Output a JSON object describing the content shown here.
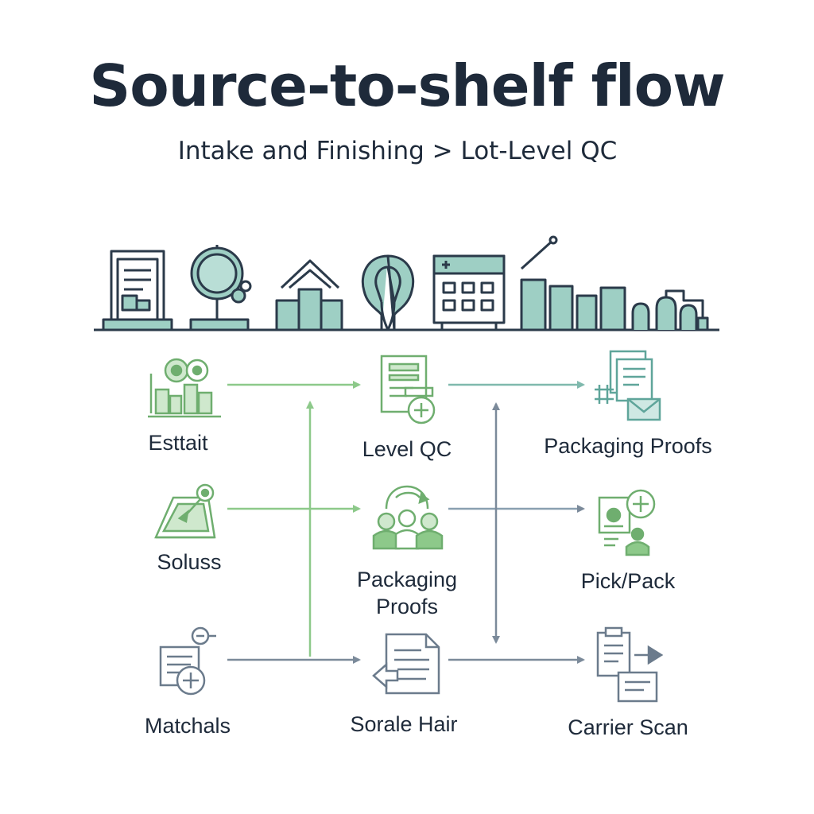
{
  "header": {
    "title": "Source-to-shelf flow",
    "subtitle": "Intake and Finishing > Lot-Level QC"
  },
  "colors": {
    "text": "#1e2a3a",
    "teal": "#7fb9ad",
    "teal_fill": "#9ecfc4",
    "green": "#8dc98a",
    "green_dark": "#5a9e5c",
    "slate": "#7b8a9a"
  },
  "nodes": {
    "n1": {
      "label": "Esttait",
      "icon": "chart-people-icon"
    },
    "n2": {
      "label": "Level QC",
      "icon": "document-add-icon"
    },
    "n3": {
      "label": "Packaging Proofs",
      "icon": "documents-mail-icon"
    },
    "n4": {
      "label": "Soluss",
      "icon": "tray-pin-icon"
    },
    "n5": {
      "label_line1": "Packaging",
      "label_line2": "Proofs",
      "icon": "team-transfer-icon"
    },
    "n6": {
      "label": "Pick/Pack",
      "icon": "person-add-icon"
    },
    "n7": {
      "label": "Matchals",
      "icon": "document-plus-icon"
    },
    "n8": {
      "label": "Sorale Hair",
      "icon": "document-back-icon"
    },
    "n9": {
      "label": "Carrier Scan",
      "icon": "clipboard-forward-icon"
    }
  }
}
